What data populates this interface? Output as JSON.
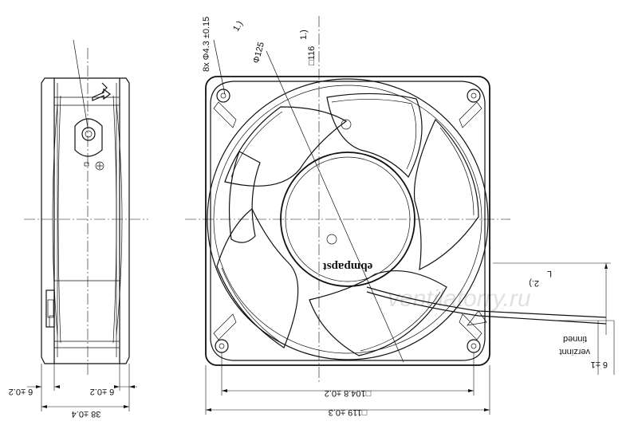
{
  "drawing": {
    "side_view": {
      "dim_overall_depth": "38 ±0.4",
      "dim_flange_left": "6 ±0.2",
      "dim_flange_right": "6 ±0.2"
    },
    "front_view": {
      "mounting_holes": "8x Φ4.3 ±0.15",
      "diameter_callout": "Φ125",
      "note_1a": "1.)",
      "note_1b": "1.)",
      "square_inner": "□116",
      "dim_hole_pitch": "□104.8 ±0.2",
      "dim_frame": "□119 ±0.3",
      "cable_length": "L",
      "note_2": "2.)",
      "wire_note_1": "verzinnt",
      "wire_note_2": "tinned",
      "wire_strip": "6 ±1",
      "brand_logo": "ebmpapst"
    },
    "watermark": "ventilatorry.ru"
  }
}
